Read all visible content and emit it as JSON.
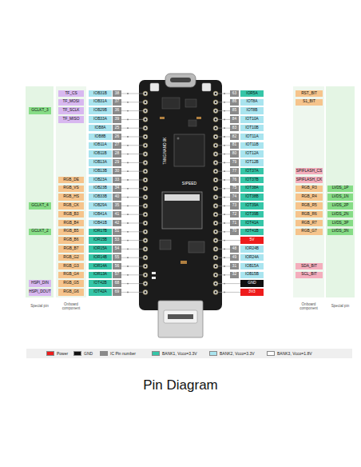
{
  "diagram": {
    "title": "Pin Diagram",
    "labels": [
      "TF_CS",
      "IOB31B",
      "38",
      "TF_MOSI",
      "IOB31A",
      "37",
      "GCLKT_3",
      "TF_SCLK",
      "IOB29B",
      "36",
      "TF_MISO",
      "IOB33A",
      "39",
      "IOB8A",
      "25",
      "IOB8B",
      "26",
      "IOB11A",
      "27",
      "IOB11B",
      "28",
      "IOB13A",
      "29",
      "IOB13B",
      "30",
      "RGB_DE",
      "IOB23A",
      "33",
      "RGB_VS",
      "IOB23B",
      "34",
      "RGB_HS",
      "IOB33B",
      "40",
      "GCLKT_4",
      "RGB_CK",
      "IOB29A",
      "35",
      "RGB_B3",
      "IOB41A",
      "41",
      "RGB_B4",
      "IOB41B",
      "42",
      "GCLKT_2",
      "RGB_B5",
      "IOR17B",
      "51",
      "RGB_B6",
      "IOR15B",
      "53",
      "RGB_B7",
      "IOR15A",
      "54",
      "RGB_G2",
      "IOR14B",
      "55",
      "RGB_G3",
      "IOR14A",
      "56",
      "RGB_G4",
      "IOR13A",
      "57",
      "HSPI_DIN",
      "RGB_G5",
      "IOT42B",
      "68",
      "HSPI_DOUT",
      "RGB_G6",
      "IOT42A",
      "69",
      "63",
      "IOR5A",
      "RST_BIT",
      "86",
      "IOT8A",
      "S1_BIT",
      "85",
      "IOT8B",
      "84",
      "IOT10A",
      "83",
      "IOT10B",
      "82",
      "IOT11A",
      "81",
      "IOT11B",
      "80",
      "IOT12A",
      "79",
      "IOT12B",
      "77",
      "IOT37A",
      "SPIFLASH_CS",
      "76",
      "IOT37B",
      "SPIFLASH_CK",
      "75",
      "IOT38A",
      "RGB_R3",
      "LVDS_1P",
      "74",
      "IOT38B",
      "RGB_R4",
      "LVDS_1N",
      "73",
      "IOT39A",
      "RGB_R5",
      "LVDS_2P",
      "72",
      "IOT39B",
      "RGB_R6",
      "LVDS_2N",
      "71",
      "IOT41A",
      "RGB_R7",
      "LVDS_3P",
      "70",
      "IOT41B",
      "RGB_G7",
      "LVDS_3N",
      "5V",
      "48",
      "IOR24B",
      "49",
      "IOR24A",
      "31",
      "IOB15A",
      "SDA_BIT",
      "32",
      "IOB15B",
      "SCL_BIT",
      "GND",
      "3V3",
      "Special pin",
      "Onboard component",
      "Onboard component",
      "Special pin",
      "SIPEED",
      "TANG NANO 9K"
    ],
    "legend": [
      {
        "text": "Power",
        "color": "#ee1c1c"
      },
      {
        "text": "GND",
        "color": "#111111"
      },
      {
        "text": "IC Pin number",
        "color": "#8a8a8a"
      },
      {
        "text": "BANK1, Vcco=3.3V",
        "color": "#36c6a8"
      },
      {
        "text": "BANK2, Vcco=3.3V",
        "color": "#a9e4ef"
      },
      {
        "text": "BANK3, Vcco=1.8V",
        "color": "#ffffff"
      }
    ]
  }
}
